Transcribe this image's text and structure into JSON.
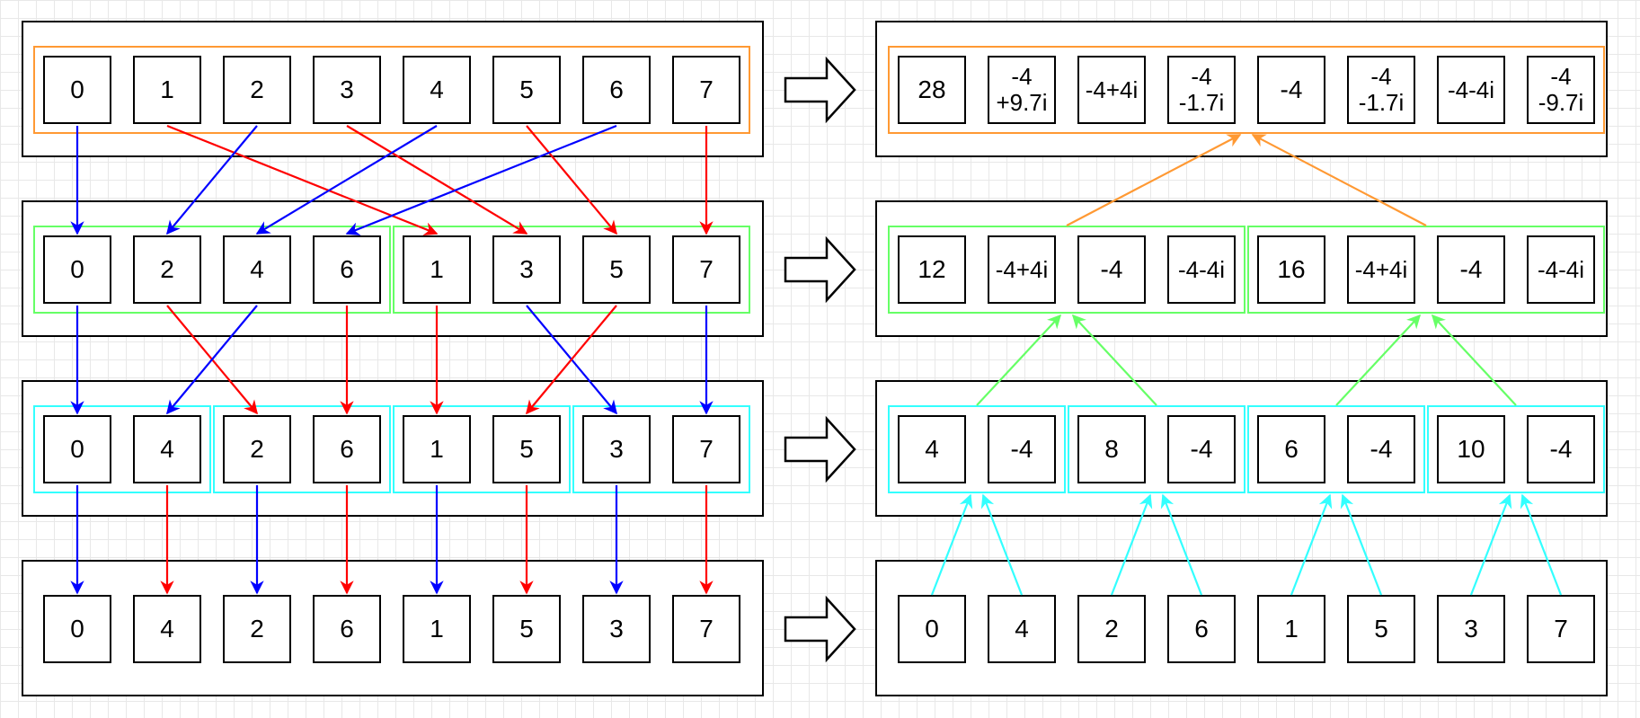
{
  "colors": {
    "orange": "#ff9933",
    "green": "#66ff66",
    "cyan": "#33ffff",
    "red": "#ff0000",
    "blue": "#0000ff"
  },
  "left_rows": [
    {
      "values": [
        "0",
        "1",
        "2",
        "3",
        "4",
        "5",
        "6",
        "7"
      ],
      "group_size": 8,
      "group_color": "orange"
    },
    {
      "values": [
        "0",
        "2",
        "4",
        "6",
        "1",
        "3",
        "5",
        "7"
      ],
      "group_size": 4,
      "group_color": "green"
    },
    {
      "values": [
        "0",
        "4",
        "2",
        "6",
        "1",
        "5",
        "3",
        "7"
      ],
      "group_size": 2,
      "group_color": "cyan"
    },
    {
      "values": [
        "0",
        "4",
        "2",
        "6",
        "1",
        "5",
        "3",
        "7"
      ],
      "group_size": 0,
      "group_color": ""
    }
  ],
  "right_rows": [
    {
      "values": [
        "28",
        "-4\n+9.7i",
        "-4+4i",
        "-4\n-1.7i",
        "-4",
        "-4\n-1.7i",
        "-4-4i",
        "-4\n-9.7i"
      ],
      "group_size": 8,
      "group_color": "orange"
    },
    {
      "values": [
        "12",
        "-4+4i",
        "-4",
        "-4-4i",
        "16",
        "-4+4i",
        "-4",
        "-4-4i"
      ],
      "group_size": 4,
      "group_color": "green"
    },
    {
      "values": [
        "4",
        "-4",
        "8",
        "-4",
        "6",
        "-4",
        "10",
        "-4"
      ],
      "group_size": 2,
      "group_color": "cyan"
    },
    {
      "values": [
        "0",
        "4",
        "2",
        "6",
        "1",
        "5",
        "3",
        "7"
      ],
      "group_size": 0,
      "group_color": ""
    }
  ],
  "left_connections": [
    {
      "from_row": 0,
      "edges": [
        {
          "from": 0,
          "to": 0,
          "color": "blue"
        },
        {
          "from": 1,
          "to": 4,
          "color": "red"
        },
        {
          "from": 2,
          "to": 1,
          "color": "blue"
        },
        {
          "from": 3,
          "to": 5,
          "color": "red"
        },
        {
          "from": 4,
          "to": 2,
          "color": "blue"
        },
        {
          "from": 5,
          "to": 6,
          "color": "red"
        },
        {
          "from": 6,
          "to": 3,
          "color": "blue"
        },
        {
          "from": 7,
          "to": 7,
          "color": "red"
        }
      ]
    },
    {
      "from_row": 1,
      "edges": [
        {
          "from": 0,
          "to": 0,
          "color": "blue"
        },
        {
          "from": 1,
          "to": 2,
          "color": "red"
        },
        {
          "from": 2,
          "to": 1,
          "color": "blue"
        },
        {
          "from": 3,
          "to": 3,
          "color": "red"
        },
        {
          "from": 4,
          "to": 4,
          "color": "red"
        },
        {
          "from": 5,
          "to": 6,
          "color": "blue"
        },
        {
          "from": 6,
          "to": 5,
          "color": "red"
        },
        {
          "from": 7,
          "to": 7,
          "color": "blue"
        }
      ]
    },
    {
      "from_row": 2,
      "edges": [
        {
          "from": 0,
          "to": 0,
          "color": "blue"
        },
        {
          "from": 1,
          "to": 1,
          "color": "red"
        },
        {
          "from": 2,
          "to": 2,
          "color": "blue"
        },
        {
          "from": 3,
          "to": 3,
          "color": "red"
        },
        {
          "from": 4,
          "to": 4,
          "color": "blue"
        },
        {
          "from": 5,
          "to": 5,
          "color": "red"
        },
        {
          "from": 6,
          "to": 6,
          "color": "blue"
        },
        {
          "from": 7,
          "to": 7,
          "color": "red"
        }
      ]
    }
  ],
  "right_merges": [
    {
      "from_row": 3,
      "to_row": 2,
      "color": "cyan",
      "pairs": [
        [
          0,
          1
        ],
        [
          2,
          3
        ],
        [
          4,
          5
        ],
        [
          6,
          7
        ]
      ]
    },
    {
      "from_row": 2,
      "to_row": 1,
      "color": "green",
      "pairs": [
        [
          0,
          1
        ],
        [
          2,
          3
        ]
      ]
    },
    {
      "from_row": 1,
      "to_row": 0,
      "color": "orange",
      "pairs": [
        [
          0,
          1
        ]
      ]
    }
  ]
}
